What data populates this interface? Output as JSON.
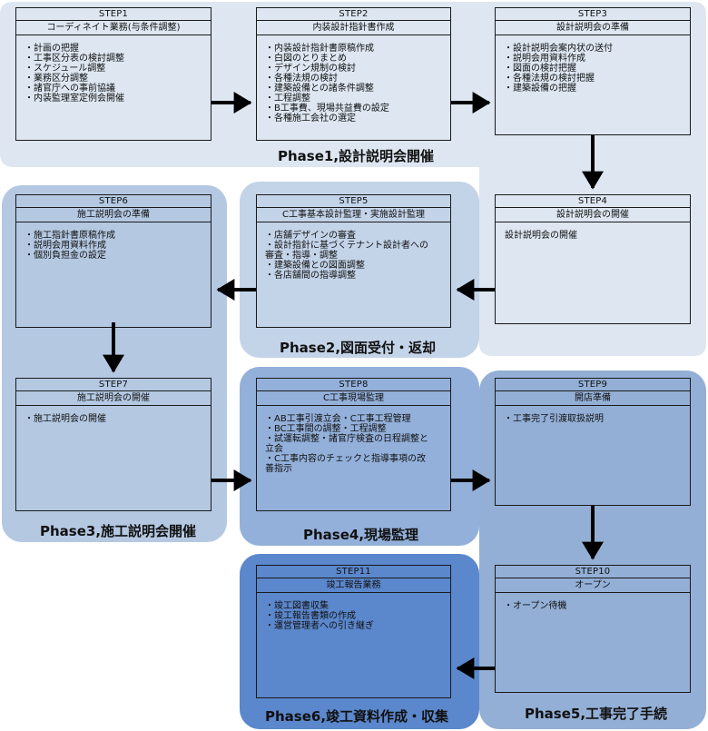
{
  "phases": [
    {
      "label": "Phase1,設計説明会開催",
      "color": "#dde6f1"
    },
    {
      "label": "Phase2,図面受付・返却",
      "color": "#c3d3e8"
    },
    {
      "label": "Phase3,施工説明会開催",
      "color": "#b4c8e2"
    },
    {
      "label": "Phase4,現場監理",
      "color": "#93b0da"
    },
    {
      "label": "Phase5,工事完了手続",
      "color": "#93afd6"
    },
    {
      "label": "Phase6,竣工資料作成・収集",
      "color": "#5b87cc"
    }
  ],
  "steps": [
    {
      "step": "STEP1",
      "title": "コーディネイト業務(与条件調整)",
      "items": [
        "・計画の把握",
        "・工事区分表の検討調整",
        "・スケジュール調整",
        "・業務区分調整",
        "・諸官庁への事前協議",
        "・内装監理室定例会開催"
      ]
    },
    {
      "step": "STEP2",
      "title": "内装設計指針書作成",
      "items": [
        "・内装設計指針書原稿作成",
        "・白図のとりまとめ",
        "・デザイン規制の検討",
        "・各種法規の検討",
        "・建築設備との諸条件調整",
        "・工程調整",
        "・B工事費、現場共益費の設定",
        "・各種施工会社の選定"
      ]
    },
    {
      "step": "STEP3",
      "title": "設計説明会の準備",
      "items": [
        "・設計説明会案内状の送付",
        "・説明会用資料作成",
        "・図面の検討把握",
        "・各種法規の検討把握",
        "・建築設備の把握"
      ]
    },
    {
      "step": "STEP4",
      "title": "設計説明会の開催",
      "items": [
        "設計説明会の開催"
      ]
    },
    {
      "step": "STEP5",
      "title": "C工事基本設計監理・実施設計監理",
      "items": [
        "・店舗デザインの審査",
        "・設計指針に基づくテナント設計者への",
        "審査・指導・調整",
        "・建築設備との図面調整",
        "・各店舗間の指導調整"
      ]
    },
    {
      "step": "STEP6",
      "title": "施工説明会の準備",
      "items": [
        "・施工指針書原稿作成",
        "・説明会用資料作成",
        "・個別負担金の設定"
      ]
    },
    {
      "step": "STEP7",
      "title": "施工説明会の開催",
      "items": [
        "・施工説明会の開催"
      ]
    },
    {
      "step": "STEP8",
      "title": "C工事現場監理",
      "items": [
        "・AB工事引渡立会・C工事工程管理",
        "・BC工事間の調整・工程調整",
        "・試運転調整・諸官庁検査の日程調整と",
        "立会",
        "・C工事内容のチェックと指導事項の改",
        "善指示"
      ]
    },
    {
      "step": "STEP9",
      "title": "開店準備",
      "items": [
        "・工事完了引渡取扱説明"
      ]
    },
    {
      "step": "STEP10",
      "title": "オープン",
      "items": [
        "・オープン待機"
      ]
    },
    {
      "step": "STEP11",
      "title": "竣工報告業務",
      "items": [
        "・竣工図書収集",
        "・竣工報告書類の作成",
        "・運営管理者への引き継ぎ"
      ]
    }
  ]
}
